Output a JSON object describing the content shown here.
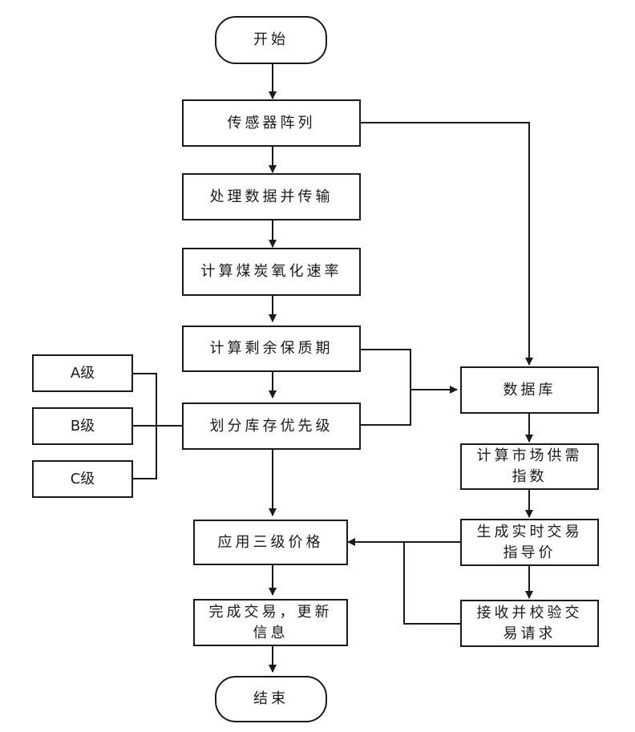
{
  "nodes": {
    "start": "开始",
    "sensor_array": "传感器阵列",
    "process_transmit": "处理数据并传输",
    "oxidation_rate": "计算煤炭氧化速率",
    "shelf_life": "计算剩余保质期",
    "priority": "划分库存优先级",
    "grade_a": "A级",
    "grade_b": "B级",
    "grade_c": "C级",
    "database": "数据库",
    "supply_demand": "计算市场供需指数",
    "guide_price": "生成实时交易指导价",
    "receive_verify": "接收并校验交易请求",
    "apply_price": "应用三级价格",
    "complete_update": "完成交易，更新信息",
    "end": "结束"
  },
  "colors": {
    "line": "#1a1a1a",
    "background": "#ffffff"
  }
}
